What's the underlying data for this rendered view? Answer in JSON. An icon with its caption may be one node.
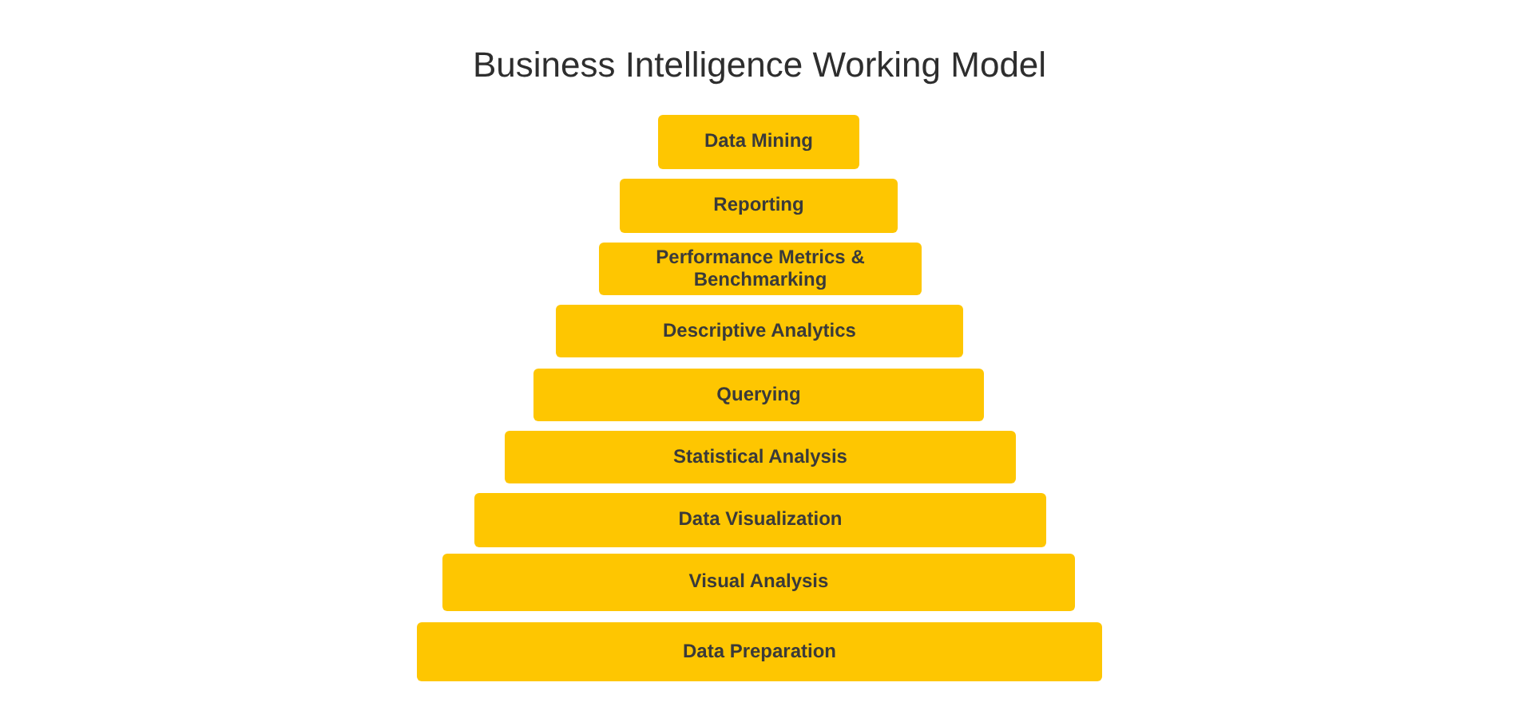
{
  "diagram": {
    "title": "Business Intelligence Working Model",
    "nodes": [
      {
        "text": [
          "Data Mining"
        ]
      },
      {
        "text": [
          "Reporting"
        ]
      },
      {
        "text": [
          "Performance Metrics & Benchmarking"
        ]
      },
      {
        "text": [
          "Descriptive Analytics"
        ]
      },
      {
        "text": [
          "Querying"
        ]
      },
      {
        "text": [
          "Statistical Analysis"
        ]
      },
      {
        "text": [
          "Data Visualization"
        ]
      },
      {
        "text": [
          "Visual Analysis"
        ]
      },
      {
        "text": [
          "Data Preparation"
        ]
      }
    ]
  }
}
